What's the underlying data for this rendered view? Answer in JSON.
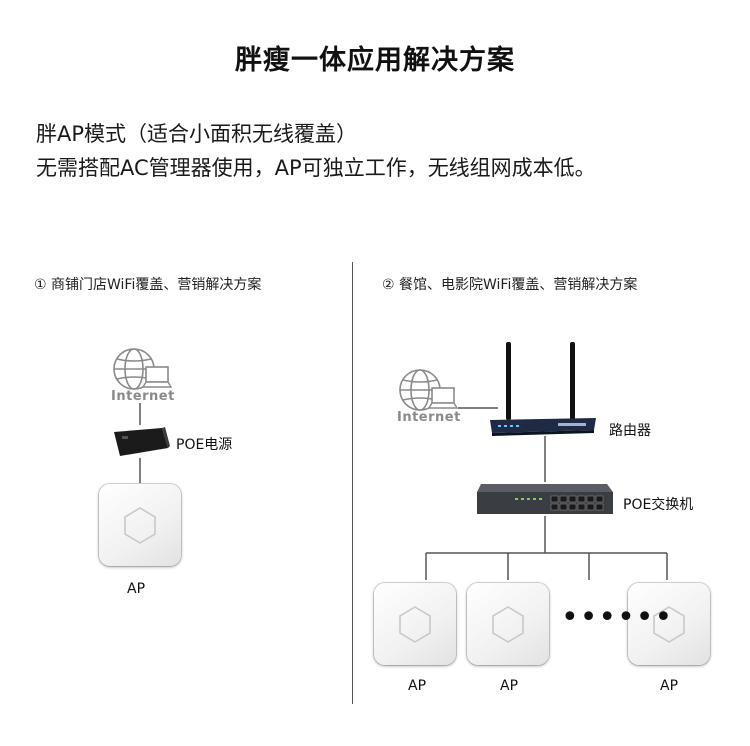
{
  "title": "胖瘦一体应用解决方案",
  "desc": {
    "line1": "胖AP模式（适合小面积无线覆盖）",
    "line2": "无需搭配AC管理器使用，AP可独立工作，无线组网成本低。"
  },
  "left": {
    "heading": "① 商铺门店WiFi覆盖、营销解决方案",
    "internet_text": "Internet",
    "poe_label": "POE电源",
    "ap_label": "AP"
  },
  "right": {
    "heading": "② 餐馆、电影院WiFi覆盖、营销解决方案",
    "internet_text": "Internet",
    "router_label": "路由器",
    "switch_label": "POE交换机",
    "ap_labels": [
      "AP",
      "AP",
      "AP"
    ],
    "ellipsis": "••••••"
  },
  "colors": {
    "line": "#555555",
    "router_body": "#1f2a44",
    "switch_body": "#3a3d42",
    "ap_body": "#f4f4f4"
  }
}
